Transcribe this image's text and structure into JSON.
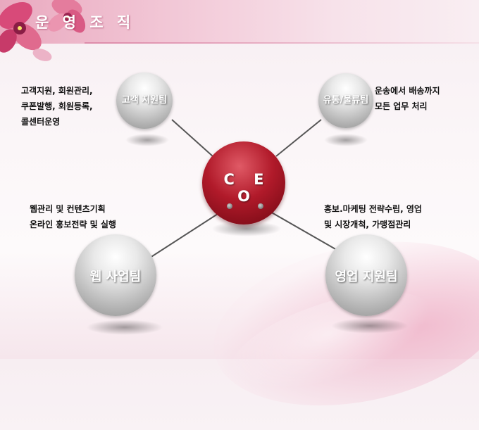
{
  "title": "운 영 조 직",
  "ceo": {
    "label": "C E O"
  },
  "nodes": {
    "customer": {
      "label": "고객 지원팀",
      "desc": [
        "고객지원, 회원관리,",
        "쿠폰발행, 회원등록,",
        "콜센터운영"
      ]
    },
    "logistics": {
      "label": "유통/물류팀",
      "desc": [
        "운송에서 배송까지",
        "모든 업무 처리"
      ]
    },
    "web": {
      "label": "웹 사업팀",
      "desc": [
        "웹관리 및 컨텐츠기획",
        "온라인 홍보전략 및 실행"
      ]
    },
    "sales": {
      "label": "영업 지원팀",
      "desc": [
        "홍보.마케팅 전략수립, 영업",
        "및 시장개척, 가맹점관리"
      ]
    }
  },
  "colors": {
    "ceo": "#b11a2a",
    "accent": "#e9a9bf"
  }
}
